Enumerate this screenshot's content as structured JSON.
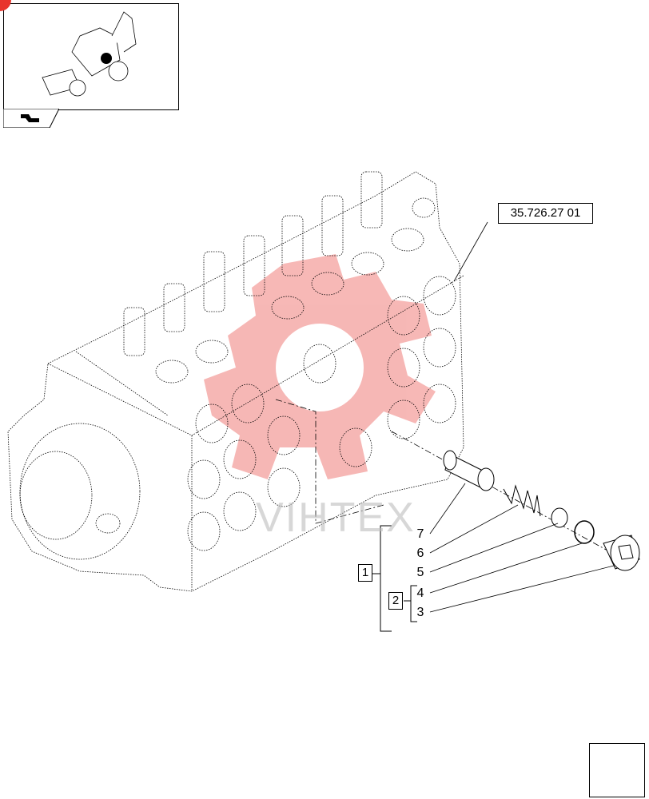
{
  "reference_code": "35.726.27 01",
  "watermark_text": "VIHTEX",
  "callouts": [
    {
      "id": "7",
      "label": "7"
    },
    {
      "id": "6",
      "label": "6"
    },
    {
      "id": "5",
      "label": "5"
    },
    {
      "id": "4",
      "label": "4"
    },
    {
      "id": "3",
      "label": "3"
    }
  ],
  "kit_labels": {
    "kit_1": "1",
    "kit_2": "2"
  },
  "icons": {
    "thumbnail": "backhoe-loader-thumbnail-icon",
    "thumbnail_tab": "part-group-arrow-icon",
    "navigation": "next-page-arrow-icon"
  },
  "colors": {
    "line": "#000000",
    "watermark_red": "#e8342d",
    "location_marker": "#e8342d"
  }
}
